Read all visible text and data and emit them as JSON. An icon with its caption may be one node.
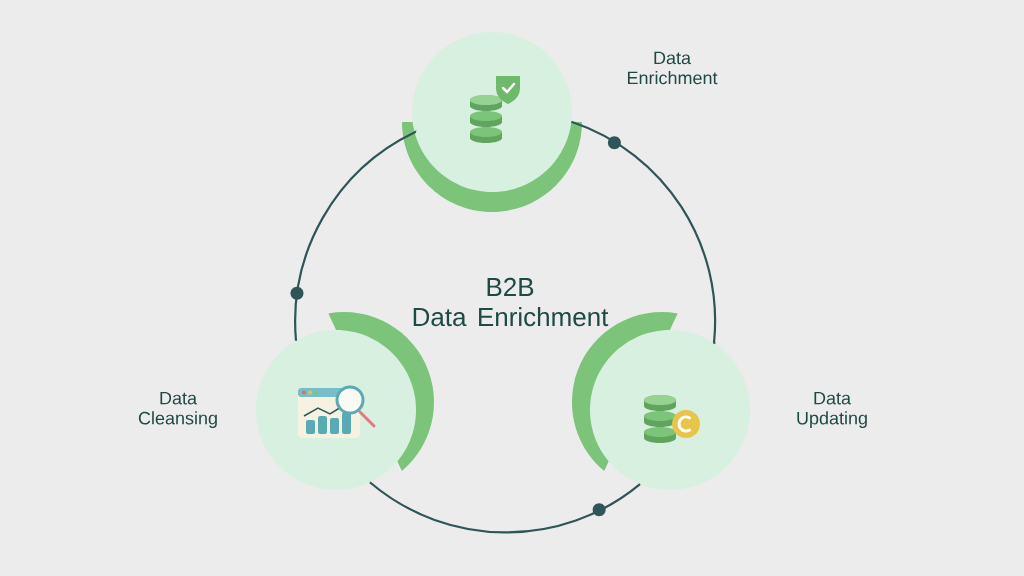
{
  "diagram": {
    "title": "B2B Data Enrichment",
    "nodes": [
      {
        "text": [],
        "shape": "circle",
        "beside": [
          "Data Enrichment"
        ]
      },
      {
        "text": [],
        "shape": "circle",
        "beside": [
          "Data Cleansing"
        ]
      },
      {
        "text": [],
        "shape": "circle",
        "beside": [
          "Data Updating"
        ]
      }
    ],
    "edges": [
      {
        "from": 0,
        "to": 2,
        "arrow": "none"
      },
      {
        "from": 2,
        "to": 1,
        "arrow": "none"
      },
      {
        "from": 1,
        "to": 0,
        "arrow": "none"
      }
    ]
  }
}
